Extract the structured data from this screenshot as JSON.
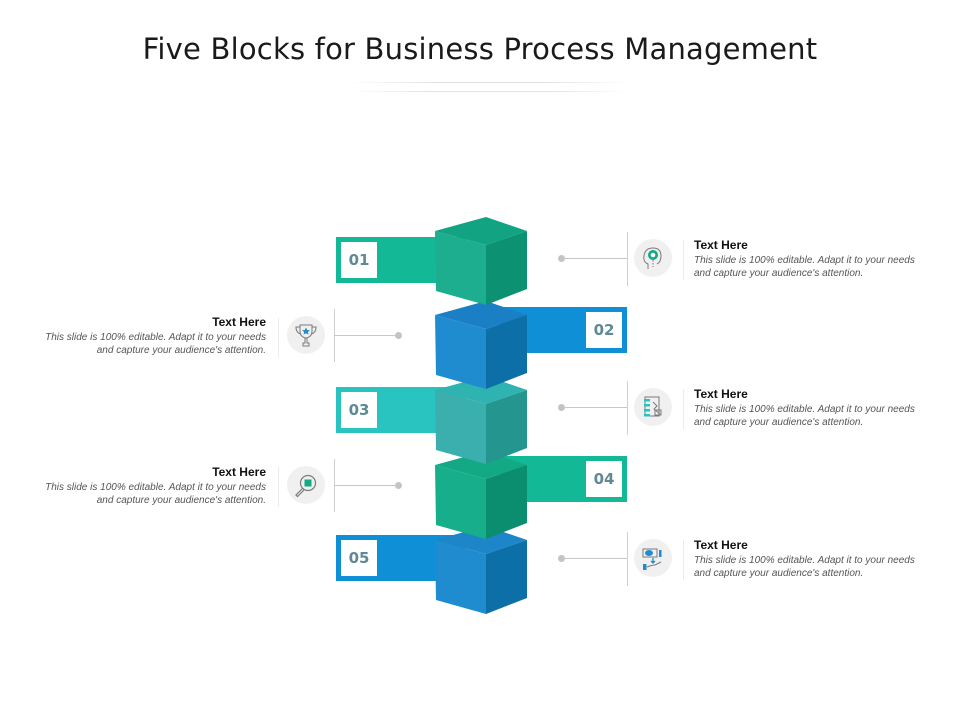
{
  "title": "Five Blocks for Business Process Management",
  "colors": {
    "teal_green": "#13b996",
    "blue": "#0f8fd6",
    "aqua": "#2ac4c0",
    "number_text": "#5f8a95"
  },
  "blocks": [
    {
      "number": "01",
      "side": "left",
      "color": "teal-green"
    },
    {
      "number": "02",
      "side": "right",
      "color": "blue"
    },
    {
      "number": "03",
      "side": "left",
      "color": "aqua"
    },
    {
      "number": "04",
      "side": "right",
      "color": "teal-green"
    },
    {
      "number": "05",
      "side": "left",
      "color": "blue"
    }
  ],
  "items": [
    {
      "heading": "Text Here",
      "body": "This slide is 100% editable. Adapt it to your needs and capture your audience's attention.",
      "icon": "head-gear-lightbulb-icon"
    },
    {
      "heading": "Text Here",
      "body": "This slide is 100% editable. Adapt it to your needs and capture your audience's attention.",
      "icon": "trophy-icon"
    },
    {
      "heading": "Text Here",
      "body": "This slide is 100% editable. Adapt it to your needs and capture your audience's attention.",
      "icon": "document-flowchart-icon"
    },
    {
      "heading": "Text Here",
      "body": "This slide is 100% editable. Adapt it to your needs and capture your audience's attention.",
      "icon": "magnifier-icon"
    },
    {
      "heading": "Text Here",
      "body": "This slide is 100% editable. Adapt it to your needs and capture your audience's attention.",
      "icon": "money-hand-icon"
    }
  ]
}
